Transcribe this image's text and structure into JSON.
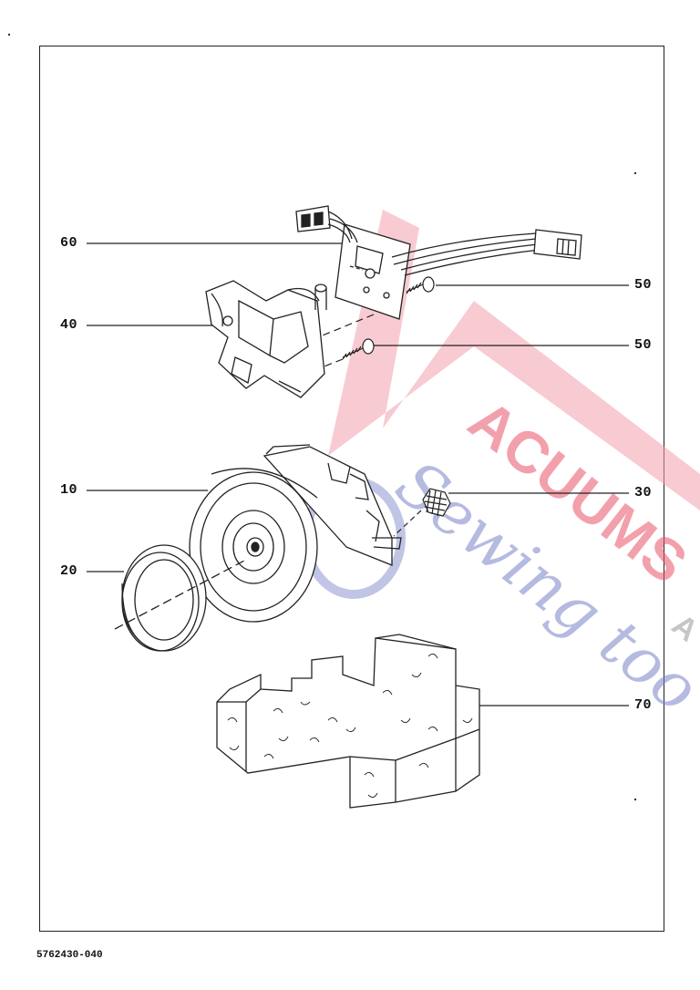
{
  "callouts": {
    "c60": "60",
    "c40": "40",
    "c50a": "50",
    "c50b": "50",
    "c10": "10",
    "c30": "30",
    "c20": "20",
    "c70": "70"
  },
  "document_number": "5762430-040",
  "watermark": {
    "text_main": "ACUUMS",
    "text_script": "Sewing too",
    "text_small": "A",
    "color_red": "#e8546a",
    "color_blue": "#7a82c8"
  },
  "line_color": "#222222"
}
